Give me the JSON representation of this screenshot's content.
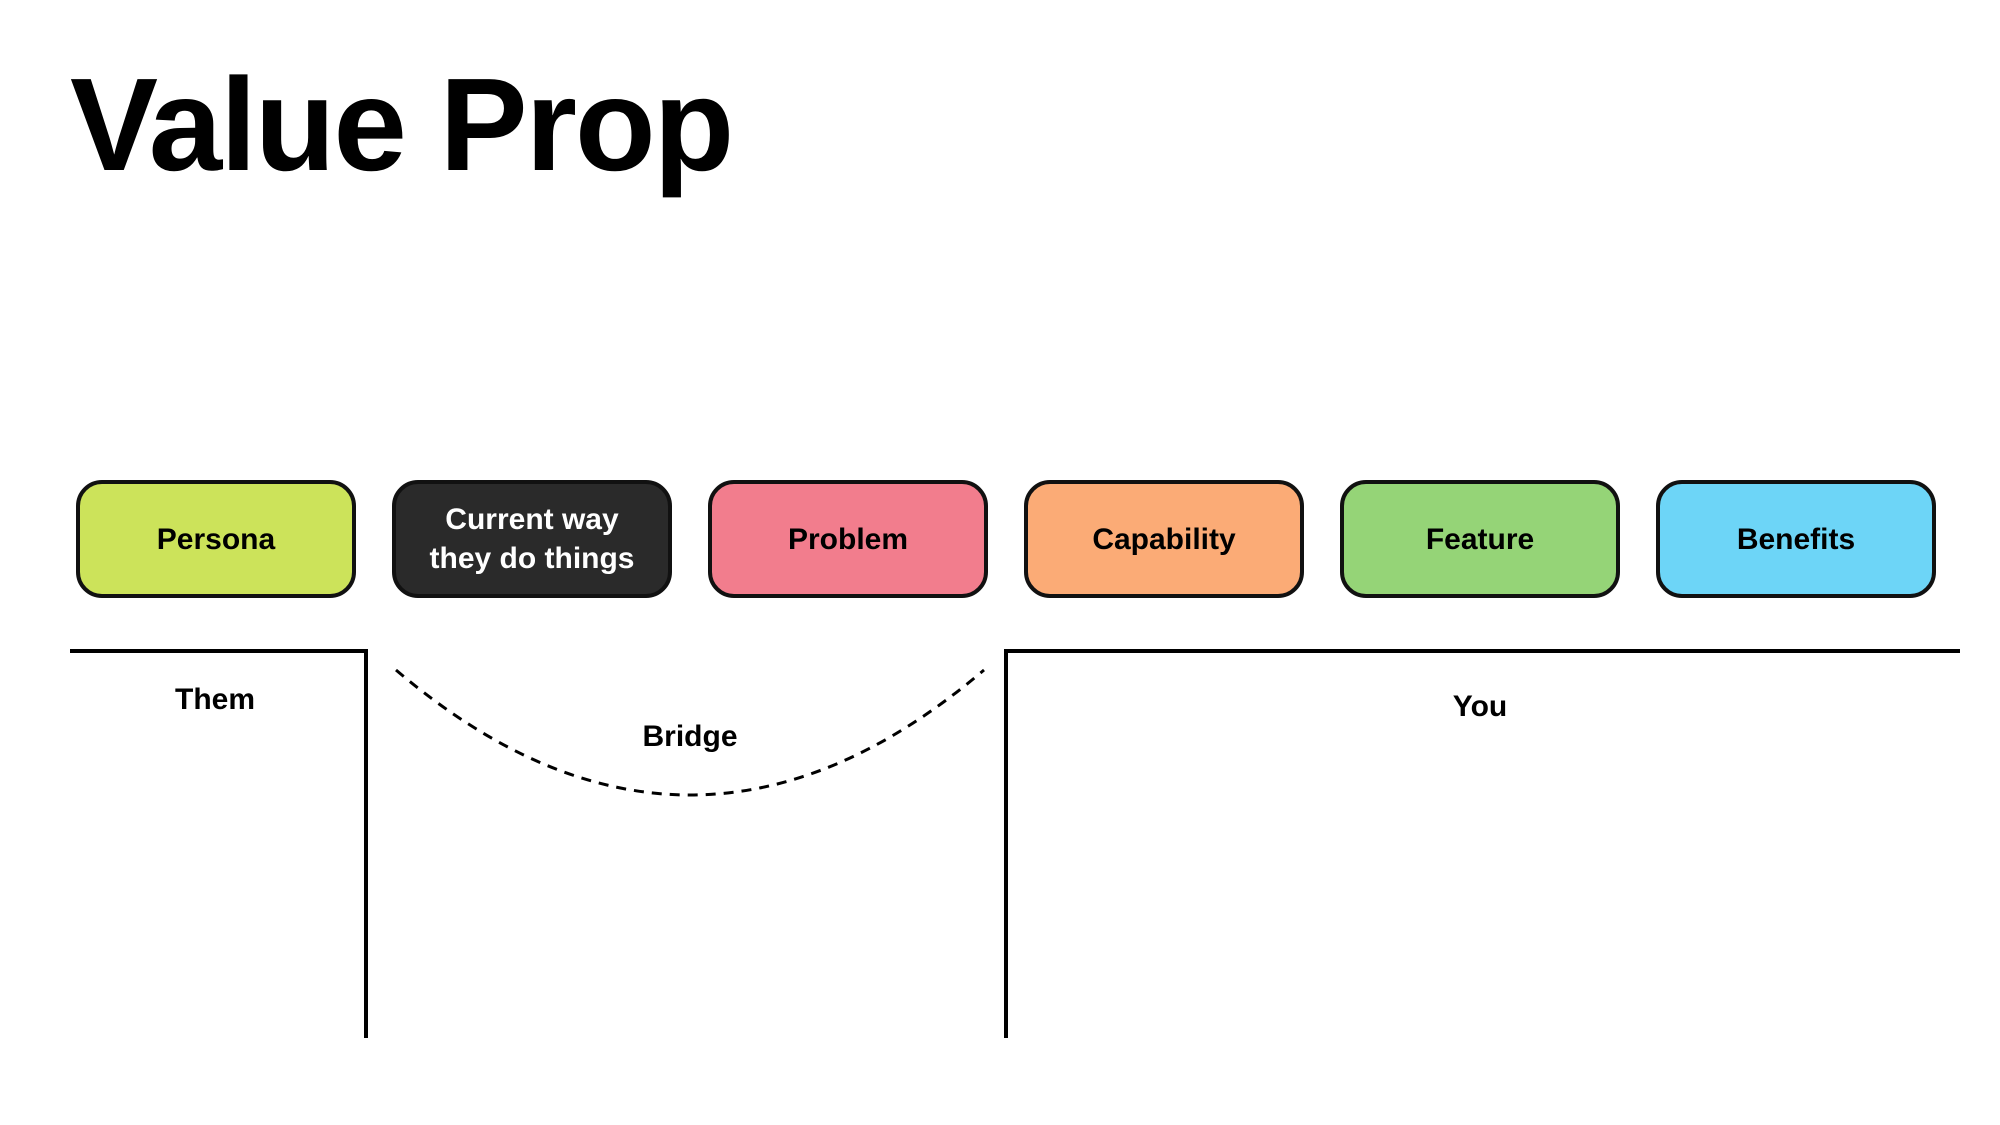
{
  "title": "Value Prop",
  "cards": [
    {
      "label": "Persona",
      "color": "#cce35a",
      "text_color": "#000000"
    },
    {
      "label": "Current way\nthey do things",
      "color": "#2a2a2a",
      "text_color": "#ffffff"
    },
    {
      "label": "Problem",
      "color": "#f27d8d",
      "text_color": "#000000"
    },
    {
      "label": "Capability",
      "color": "#fbab76",
      "text_color": "#000000"
    },
    {
      "label": "Feature",
      "color": "#95d477",
      "text_color": "#000000"
    },
    {
      "label": "Benefits",
      "color": "#6dd5f7",
      "text_color": "#000000"
    }
  ],
  "zones": {
    "them": "Them",
    "bridge": "Bridge",
    "you": "You"
  }
}
